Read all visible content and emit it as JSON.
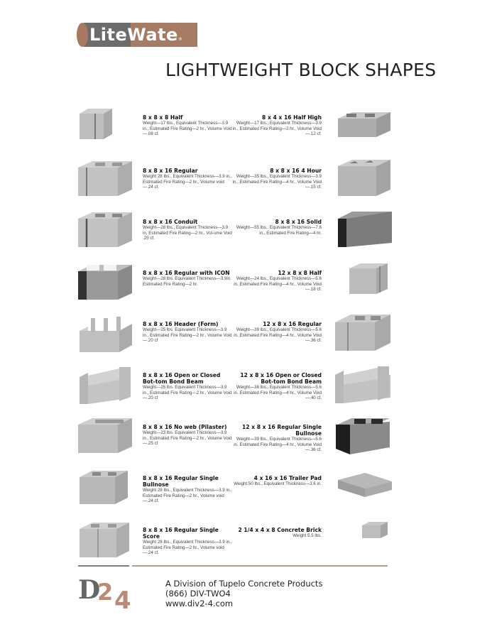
{
  "brand": {
    "logo_text": "LiteWate",
    "logo_mark": "®",
    "colors": {
      "gray": "#6b6c6b",
      "brown": "#a67b63"
    }
  },
  "page_title": "LIGHTWEIGHT BLOCK SHAPES",
  "left_column": [
    {
      "name": "8 x 8 x 8 Half",
      "specs": "Weight—17 lbs., Equivalent Thickness—3.9 in., Estimated Fire Rating—2 hr., Volume Void—.08 cf."
    },
    {
      "name": "8 x 8 x 16 Regular",
      "specs": "Weight 28 lbs., Equivalent Thickness—3.9 in., Estimated Fire Rating—2 hr., Volume void—.24 cf."
    },
    {
      "name": "8 x 8 x 16 Conduit",
      "specs": "Weight—28 lbs., Equivalent Thickness—3.9 in, Estimated Fire Rating—2 hr., Vol-ume Void .25 cf."
    },
    {
      "name": "8 x 8 x 16 Regular with ICON",
      "specs": "Weight—28 lbs. Equivalent Thickness—3.9in. Estimated Fire Rating—2 hr."
    },
    {
      "name": "8 x 8 x 16 Header (Form)",
      "specs": "Weight—25 lbs. Equivalent Thickness—3.9 in., Estimated Fire Rating—2 hr., Volume Void—.20 cf"
    },
    {
      "name": "8 x 8 x 16 Open or Closed Bot-tom Bond Beam",
      "specs": "Weight—25 lbs. Equivalent Thickness—3.9 in., Estimated Fire Rating—2 hr., Volume Void—.20 cf"
    },
    {
      "name": "8 x 8 x 16 No web (Pilaster)",
      "specs": "Weight—23 lbs. Equivalent Thickness—3.9 in., Estimated Fire Rating—2 hr., Volume Void—.25 cf"
    },
    {
      "name": "8 x 8 x 16 Regular Single Bullnose",
      "specs": "Weight 28 lbs., Equivalent Thickness—3.9 in., Estimated Fire Rating—2 hr., Volume void—.24 cf."
    },
    {
      "name": "8 x 8 x 16 Regular Single Score",
      "specs": "Weight 28 lbs., Equivalent Thickness—3.9 in., Estimated Fire Rating—2 hr., Volume void—.24 cf."
    }
  ],
  "right_column": [
    {
      "name": "8 x 4 x 16 Half High",
      "specs": "Weight—17 lbs., Equivalent Thickness—3.9 in., Estimated Fire Rating—2 hr., Volume Void—.12 cf."
    },
    {
      "name": "8 x 8 x 16 4 Hour",
      "specs": "Weight—35 lbs., Equivalent Thickness—3.9 in., Estimated Fire Rating—4 hr., Volume Void—.15 cf."
    },
    {
      "name": "8 x 8 x 16 Solid",
      "specs": "Weight—55 lbs., Equivalent Thickness—7.6 in., Estimated Fire Rating—4 hr."
    },
    {
      "name": "12 x 8 x 8 Half",
      "specs": "Weight—24 lbs., Equivalent Thickness—5.6 in. Estimated Fire Rating—4 hr., Volume Void—.18 cf."
    },
    {
      "name": "12 x 8 x 16 Regular",
      "specs": "Weight—39 lbs., Equivalent Thickness—5.6 in. Estimated Fire Rating—4 hr., Volume Void—.36 cf."
    },
    {
      "name": "12 x 8 x 16 Open or Closed Bot-tom Bond Beam",
      "specs": "Weight—38 lbs., Equivalent Thickness—5.6 in. Estimated Fire Rating—4 hr., Volume Void—.40 cf."
    },
    {
      "name": "12 x 8 x 16 Regular Single Bullnose",
      "specs": "Weight—39 lbs., Equivalent Thickness—5.6 in. Estimated Fire Rating—4 hr., Volume Void—.36 cf."
    },
    {
      "name": "4 x 16 x 16 Trailer Pad",
      "specs": "Weight 50 lbs., Equivalent Thickness—3.6 in."
    },
    {
      "name": "2 1/4 x 4 x 8 Concrete Brick",
      "specs": "Weight 5.5 lbs."
    }
  ],
  "footer": {
    "logo": {
      "d": "D",
      "two": "2",
      "four": "4"
    },
    "division": "A Division of Tupelo Concrete Products",
    "phone": "(866) DIV-TWO4",
    "website": "www.div2-4.com"
  }
}
